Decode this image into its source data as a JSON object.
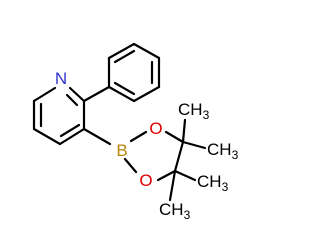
{
  "molecule": {
    "atom_labels": {
      "nitrogen": "N",
      "boron": "B",
      "oxygen_top": "O",
      "oxygen_bottom": "O",
      "methyls": [
        {
          "main": "CH",
          "sub": "3"
        },
        {
          "main": "CH",
          "sub": "3"
        },
        {
          "main": "CH",
          "sub": "3"
        },
        {
          "main": "CH",
          "sub": "3"
        }
      ]
    },
    "colors": {
      "bond": "#000000",
      "nitrogen": "#3333cc",
      "boron": "#b8860b",
      "oxygen": "#dd0000",
      "carbon_label": "#000000"
    }
  }
}
